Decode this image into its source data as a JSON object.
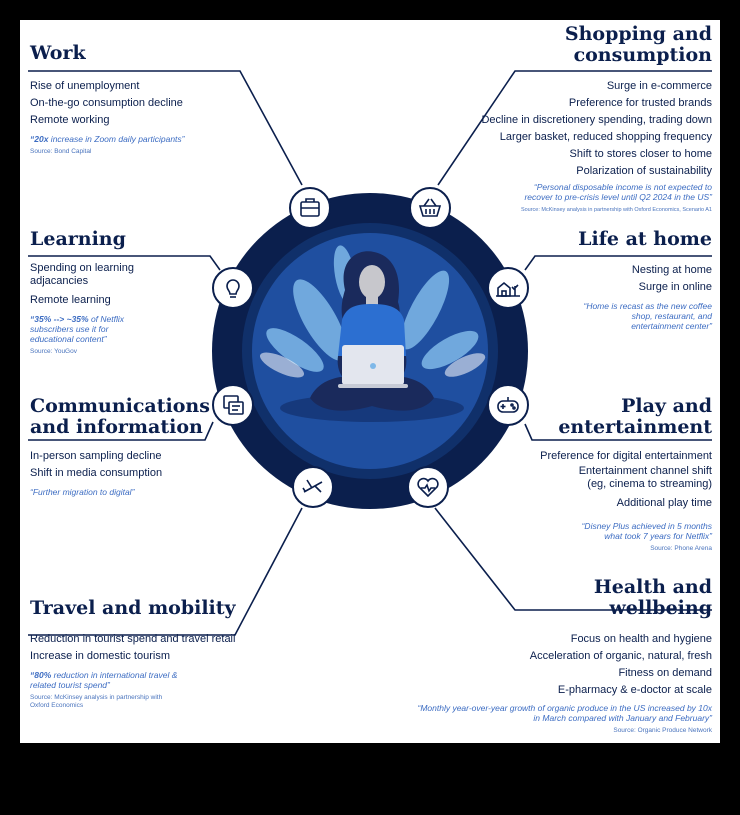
{
  "sections": {
    "work": {
      "title": "Work",
      "items": [
        "Rise of unemployment",
        "On-the-go consumption decline",
        "Remote working"
      ],
      "quote_bold": "“20x",
      "quote_rest": " increase in Zoom daily participants”",
      "source": "Source: Bond Capital"
    },
    "learning": {
      "title": "Learning",
      "items": [
        "Spending on learning",
        "adjacancies",
        "Remote learning"
      ],
      "quote_bold": "“35% --> ~35%",
      "quote_rest": " of Netflix subscribers use it for educational content”",
      "source": "Source: YouGov"
    },
    "comms": {
      "title_line1": "Communications",
      "title_line2": "and information",
      "items": [
        "In-person sampling decline",
        "Shift in media consumption"
      ],
      "quote": "“Further migration to digital”"
    },
    "travel": {
      "title": "Travel and mobility",
      "items": [
        "Reduction in tourist spend and travel retail",
        "Increase in domestic tourism"
      ],
      "quote_bold": "“80%",
      "quote_rest": " reduction in international travel & related tourist spend”",
      "source": "Source: McKinsey analysis in partnership with Oxford Economics"
    },
    "shopping": {
      "title_line1": "Shopping and",
      "title_line2": "consumption",
      "items": [
        "Surge in e-commerce",
        "Preference for trusted brands",
        "Decline in discretionery spending, trading down",
        "Larger basket, reduced shopping frequency",
        "Shift to stores closer to home",
        "Polarization of sustainability"
      ],
      "quote": "“Personal disposable income is not expected to recover to pre-crisis level until Q2 2024 in the US”",
      "source": "Source: McKinsey analysis in partnership with Oxford Economics, Scenario A1"
    },
    "home": {
      "title": "Life at home",
      "items": [
        "Nesting at home",
        "Surge in online"
      ],
      "quote": "“Home is recast as the new coffee shop, restaurant, and entertainment center”"
    },
    "play": {
      "title_line1": "Play and",
      "title_line2": "entertainment",
      "items": [
        "Preference for digital entertainment",
        "Entertainment channel shift",
        "(eg, cinema to streaming)",
        "Additional play time"
      ],
      "quote": "“Disney Plus achieved in 5 months what took 7 years for Netflix”",
      "source": "Source: Phone Arena"
    },
    "health": {
      "title_line1": "Health and",
      "title_line2": "wellbeing",
      "items": [
        "Focus on health and hygiene",
        "Acceleration of organic, natural, fresh",
        "Fitness on demand",
        "E-pharmacy & e-doctor at scale"
      ],
      "quote": "“Monthly year-over-year growth of organic produce in the US increased by 10x in March compared with January and February”",
      "source": "Source: Organic Produce Network"
    }
  },
  "colors": {
    "navy": "#0b1f4d",
    "ring": "#0d2a5e",
    "inner": "#1f4fa0",
    "accent": "#3c6cc2",
    "leaf": "#7fb8e8"
  }
}
